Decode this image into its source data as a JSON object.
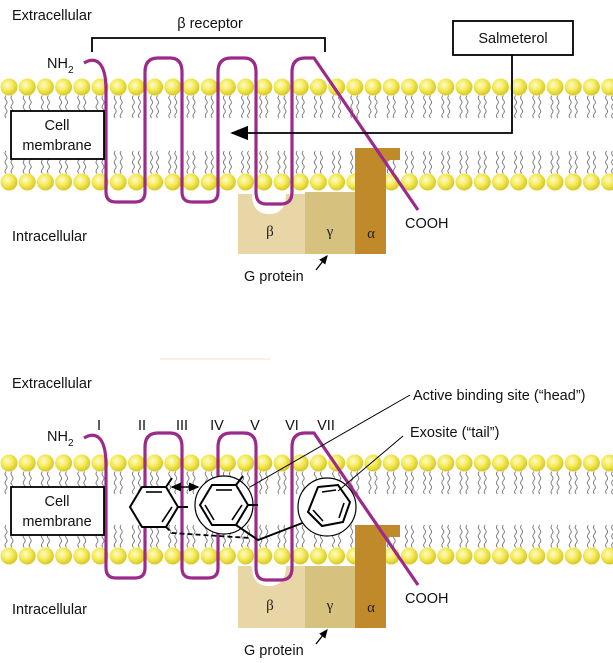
{
  "panels": [
    {
      "id": "top",
      "extracellular_label": "Extracellular",
      "intracellular_label": "Intracellular",
      "receptor_label": "β receptor",
      "nh2_label": "NH",
      "nh2_subscript": "2",
      "cooh_label": "COOH",
      "cell_membrane_label": [
        "Cell",
        "membrane"
      ],
      "drug_label": "Salmeterol",
      "g_protein_label": "G protein",
      "g_subunits": [
        "β",
        "γ",
        "α"
      ]
    },
    {
      "id": "bottom",
      "extracellular_label": "Extracellular",
      "intracellular_label": "Intracellular",
      "nh2_label": "NH",
      "nh2_subscript": "2",
      "cooh_label": "COOH",
      "cell_membrane_label": [
        "Cell",
        "membrane"
      ],
      "transmembrane_domains": [
        "I",
        "II",
        "III",
        "IV",
        "V",
        "VI",
        "VII"
      ],
      "active_site_label": "Active binding site (“head”)",
      "exosite_label": "Exosite (“tail”)",
      "g_protein_label": "G protein",
      "g_subunits": [
        "β",
        "γ",
        "α"
      ]
    }
  ],
  "colors": {
    "receptor": "#9b2a8a",
    "lipid_head": "#f2e84a",
    "g_beta": "#e8d6a6",
    "g_gamma": "#d6c17e",
    "g_alpha": "#c08a2a"
  }
}
